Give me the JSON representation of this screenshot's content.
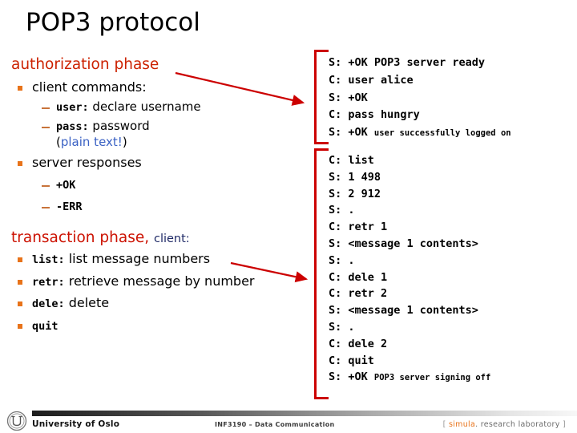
{
  "slide": {
    "title": "POP3 protocol"
  },
  "colors": {
    "phase_red": "#CC2200",
    "bullet_orange": "#E8731A",
    "dash_brown": "#C8733A",
    "link_blue": "#3B62C4",
    "client_navy": "#1F2A66",
    "bracket_red": "#CC0000",
    "arrow_red": "#CC0000"
  },
  "left": {
    "authorization": {
      "heading": "authorization phase",
      "client_commands": {
        "label": "client commands:",
        "items": [
          {
            "cmd": "user:",
            "desc": "declare username"
          },
          {
            "cmd": "pass:",
            "desc": "password"
          }
        ],
        "note_open": "(",
        "note_text": "plain text!",
        "note_close": ")"
      },
      "server_responses": {
        "label": "server responses",
        "items": [
          "+OK",
          "-ERR"
        ]
      }
    },
    "transaction": {
      "heading": "transaction phase,",
      "sub": "client:",
      "items": [
        {
          "cmd": "list:",
          "desc": "list message numbers"
        },
        {
          "cmd": "retr:",
          "desc": "retrieve message by number"
        },
        {
          "cmd": "dele:",
          "desc": "delete"
        },
        {
          "cmd": "quit",
          "desc": ""
        }
      ]
    }
  },
  "transcript": {
    "authorization_block": [
      {
        "main": "S: +OK POP3 server ready",
        "small": ""
      },
      {
        "main": "C: user alice",
        "small": ""
      },
      {
        "main": "S: +OK",
        "small": ""
      },
      {
        "main": "C: pass hungry",
        "small": ""
      },
      {
        "main": "S: +OK ",
        "small": "user successfully logged on"
      }
    ],
    "transaction_block": [
      {
        "main": "C: list",
        "small": ""
      },
      {
        "main": "S: 1 498",
        "small": ""
      },
      {
        "main": "S: 2 912",
        "small": ""
      },
      {
        "main": "S: .",
        "small": ""
      },
      {
        "main": "C: retr 1",
        "small": ""
      },
      {
        "main": "S: <message 1 contents>",
        "small": ""
      },
      {
        "main": "S: .",
        "small": ""
      },
      {
        "main": "C: dele 1",
        "small": ""
      },
      {
        "main": "C: retr 2",
        "small": ""
      },
      {
        "main": "S: <message 1 contents>",
        "small": ""
      },
      {
        "main": "S: .",
        "small": ""
      },
      {
        "main": "C: dele 2",
        "small": ""
      },
      {
        "main": "C: quit",
        "small": ""
      },
      {
        "main": "S: +OK ",
        "small": "POP3 server signing off"
      }
    ]
  },
  "footer": {
    "university": "University of Oslo",
    "course": "INF3190 – Data Communication",
    "lab_open": "[ ",
    "lab_brand": "simula",
    "lab_rest": ". research laboratory",
    "lab_close": " ]"
  }
}
